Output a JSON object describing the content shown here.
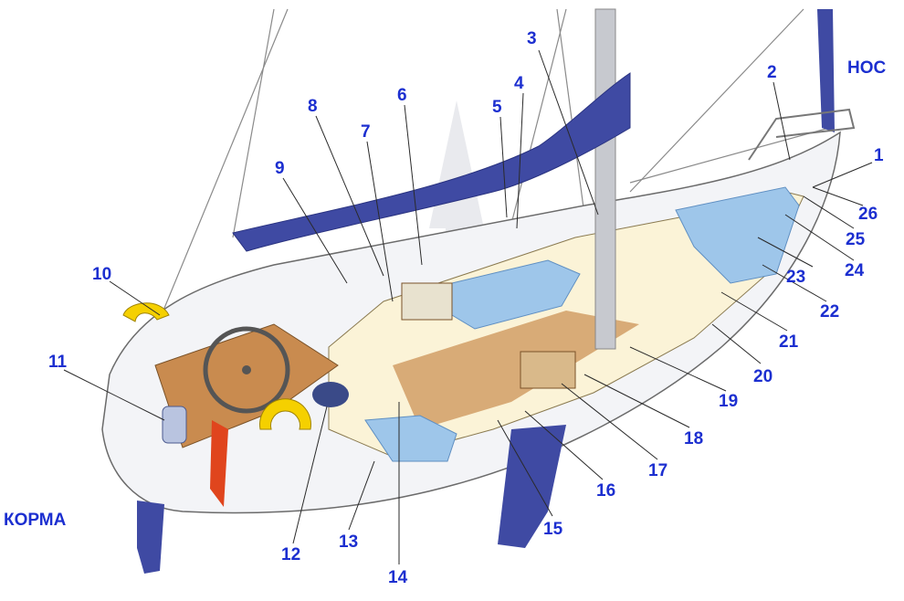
{
  "labels": {
    "bow": "НОС",
    "stern": "КОРМА"
  },
  "callouts": [
    "1",
    "2",
    "3",
    "4",
    "5",
    "6",
    "7",
    "8",
    "9",
    "10",
    "11",
    "12",
    "13",
    "14",
    "15",
    "16",
    "17",
    "18",
    "19",
    "20",
    "21",
    "22",
    "23",
    "24",
    "25",
    "26"
  ],
  "colors": {
    "label": "#1c2fd0",
    "sail_cover": "#3f4aa3",
    "hull": "#f3f4f7",
    "deck": "#fbf3d7",
    "cushion": "#9ec6ea",
    "wood": "#c98b4f"
  }
}
